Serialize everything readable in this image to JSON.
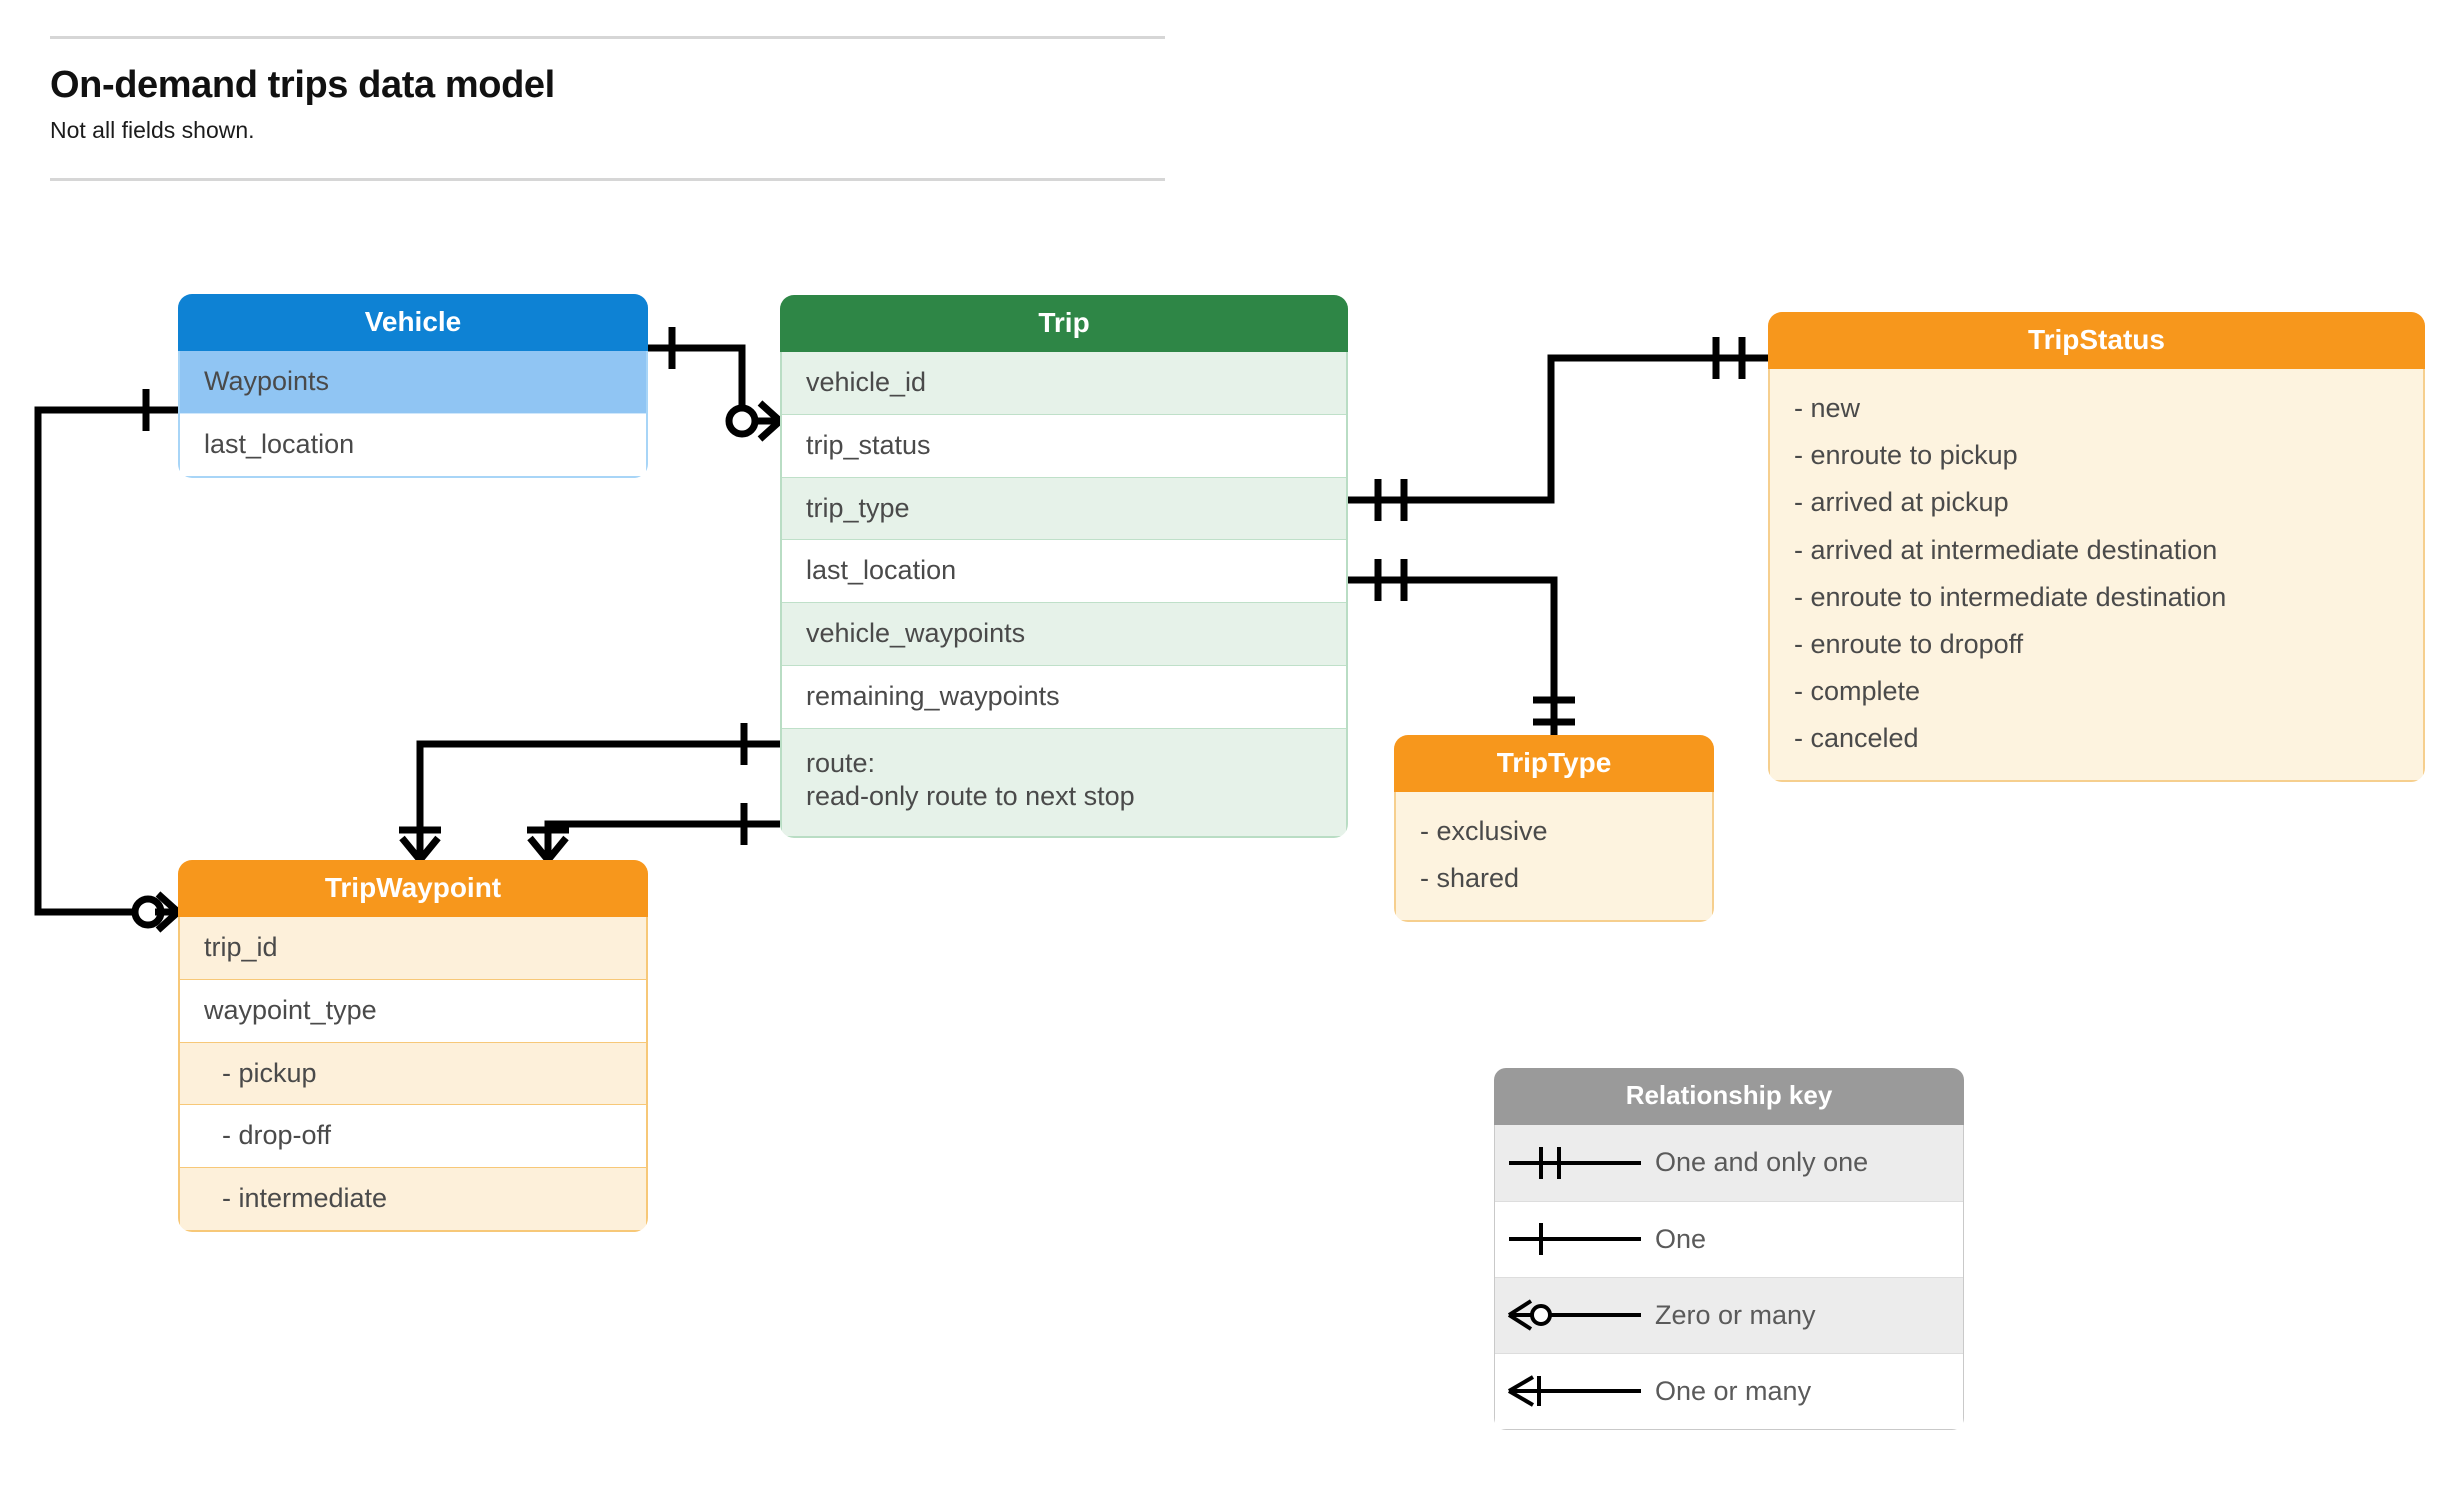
{
  "header": {
    "title": "On-demand trips data model",
    "subtitle": "Not all fields shown."
  },
  "colors": {
    "vehicle_header": "#0E82D4",
    "vehicle_row_alt": "#90C5F3",
    "trip_header": "#2E8646",
    "trip_row_alt": "#E6F2E9",
    "orange_header": "#F7971C",
    "orange_body": "#FDF3DF",
    "key_header": "#9A9A9A",
    "key_row_alt": "#ECECEC",
    "text": "#4A4A4A",
    "connector": "#000000"
  },
  "entities": {
    "vehicle": {
      "name": "Vehicle",
      "rows": [
        {
          "label": "Waypoints",
          "shaded": true
        },
        {
          "label": "last_location",
          "shaded": false
        }
      ]
    },
    "trip": {
      "name": "Trip",
      "rows": [
        {
          "label": "vehicle_id",
          "shaded": true
        },
        {
          "label": "trip_status",
          "shaded": false
        },
        {
          "label": "trip_type",
          "shaded": true
        },
        {
          "label": "last_location",
          "shaded": false
        },
        {
          "label": "vehicle_waypoints",
          "shaded": true
        },
        {
          "label": "remaining_waypoints",
          "shaded": false
        }
      ],
      "route_row": {
        "line1": "route:",
        "line2": "read-only route to next stop",
        "shaded": true
      }
    },
    "trip_status": {
      "name": "TripStatus",
      "values": [
        "- new",
        "- enroute to pickup",
        "- arrived at pickup",
        "- arrived at intermediate destination",
        "- enroute to intermediate destination",
        "- enroute to dropoff",
        "- complete",
        "- canceled"
      ]
    },
    "trip_type": {
      "name": "TripType",
      "values": [
        "- exclusive",
        "- shared"
      ]
    },
    "trip_waypoint": {
      "name": "TripWaypoint",
      "rows": [
        {
          "label": "trip_id",
          "shaded": true,
          "indent": false
        },
        {
          "label": "waypoint_type",
          "shaded": false,
          "indent": false
        },
        {
          "label": "-  pickup",
          "shaded": true,
          "indent": true
        },
        {
          "label": "-  drop-off",
          "shaded": false,
          "indent": true
        },
        {
          "label": "-  intermediate",
          "shaded": true,
          "indent": true
        }
      ]
    }
  },
  "relationship_key": {
    "title": "Relationship key",
    "rows": [
      {
        "symbol": "one-and-only-one",
        "label": "One and only one",
        "shaded": true
      },
      {
        "symbol": "one",
        "label": "One",
        "shaded": false
      },
      {
        "symbol": "zero-or-many",
        "label": "Zero or many",
        "shaded": true
      },
      {
        "symbol": "one-or-many",
        "label": "One or many",
        "shaded": false
      }
    ]
  },
  "relationships": [
    {
      "from": "Vehicle",
      "from_cardinality": "one",
      "to": "Trip.vehicle_id",
      "to_cardinality": "zero-or-many"
    },
    {
      "from": "Trip.trip_status",
      "from_cardinality": "one-and-only-one",
      "to": "TripStatus",
      "to_cardinality": "one-and-only-one"
    },
    {
      "from": "Trip.trip_type",
      "from_cardinality": "one-and-only-one",
      "to": "TripType",
      "to_cardinality": "one-and-only-one"
    },
    {
      "from": "Trip.vehicle_waypoints",
      "from_cardinality": "one",
      "to": "TripWaypoint",
      "to_cardinality": "one-or-many"
    },
    {
      "from": "Trip.remaining_waypoints",
      "from_cardinality": "one",
      "to": "TripWaypoint",
      "to_cardinality": "one-or-many"
    },
    {
      "from": "Vehicle.Waypoints",
      "from_cardinality": "one",
      "to": "TripWaypoint",
      "to_cardinality": "zero-or-many"
    }
  ]
}
